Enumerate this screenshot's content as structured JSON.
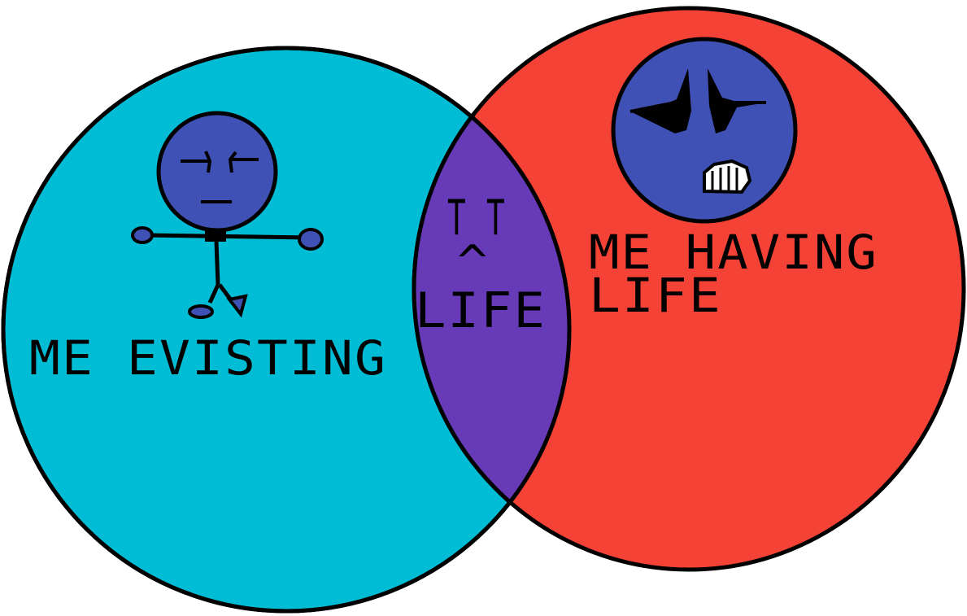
{
  "diagram": {
    "left_set": {
      "label": "ME EVISTING",
      "fill": "#00BCD4"
    },
    "right_set": {
      "label_lines": [
        "ME HAVING",
        "LIFE"
      ],
      "fill": "#F44336"
    },
    "overlap": {
      "label_lines": [
        "T T",
        "^",
        "LIFE"
      ],
      "fill": "#673AB7"
    },
    "face_fill": "#3F51B5",
    "outline": "#000000"
  }
}
